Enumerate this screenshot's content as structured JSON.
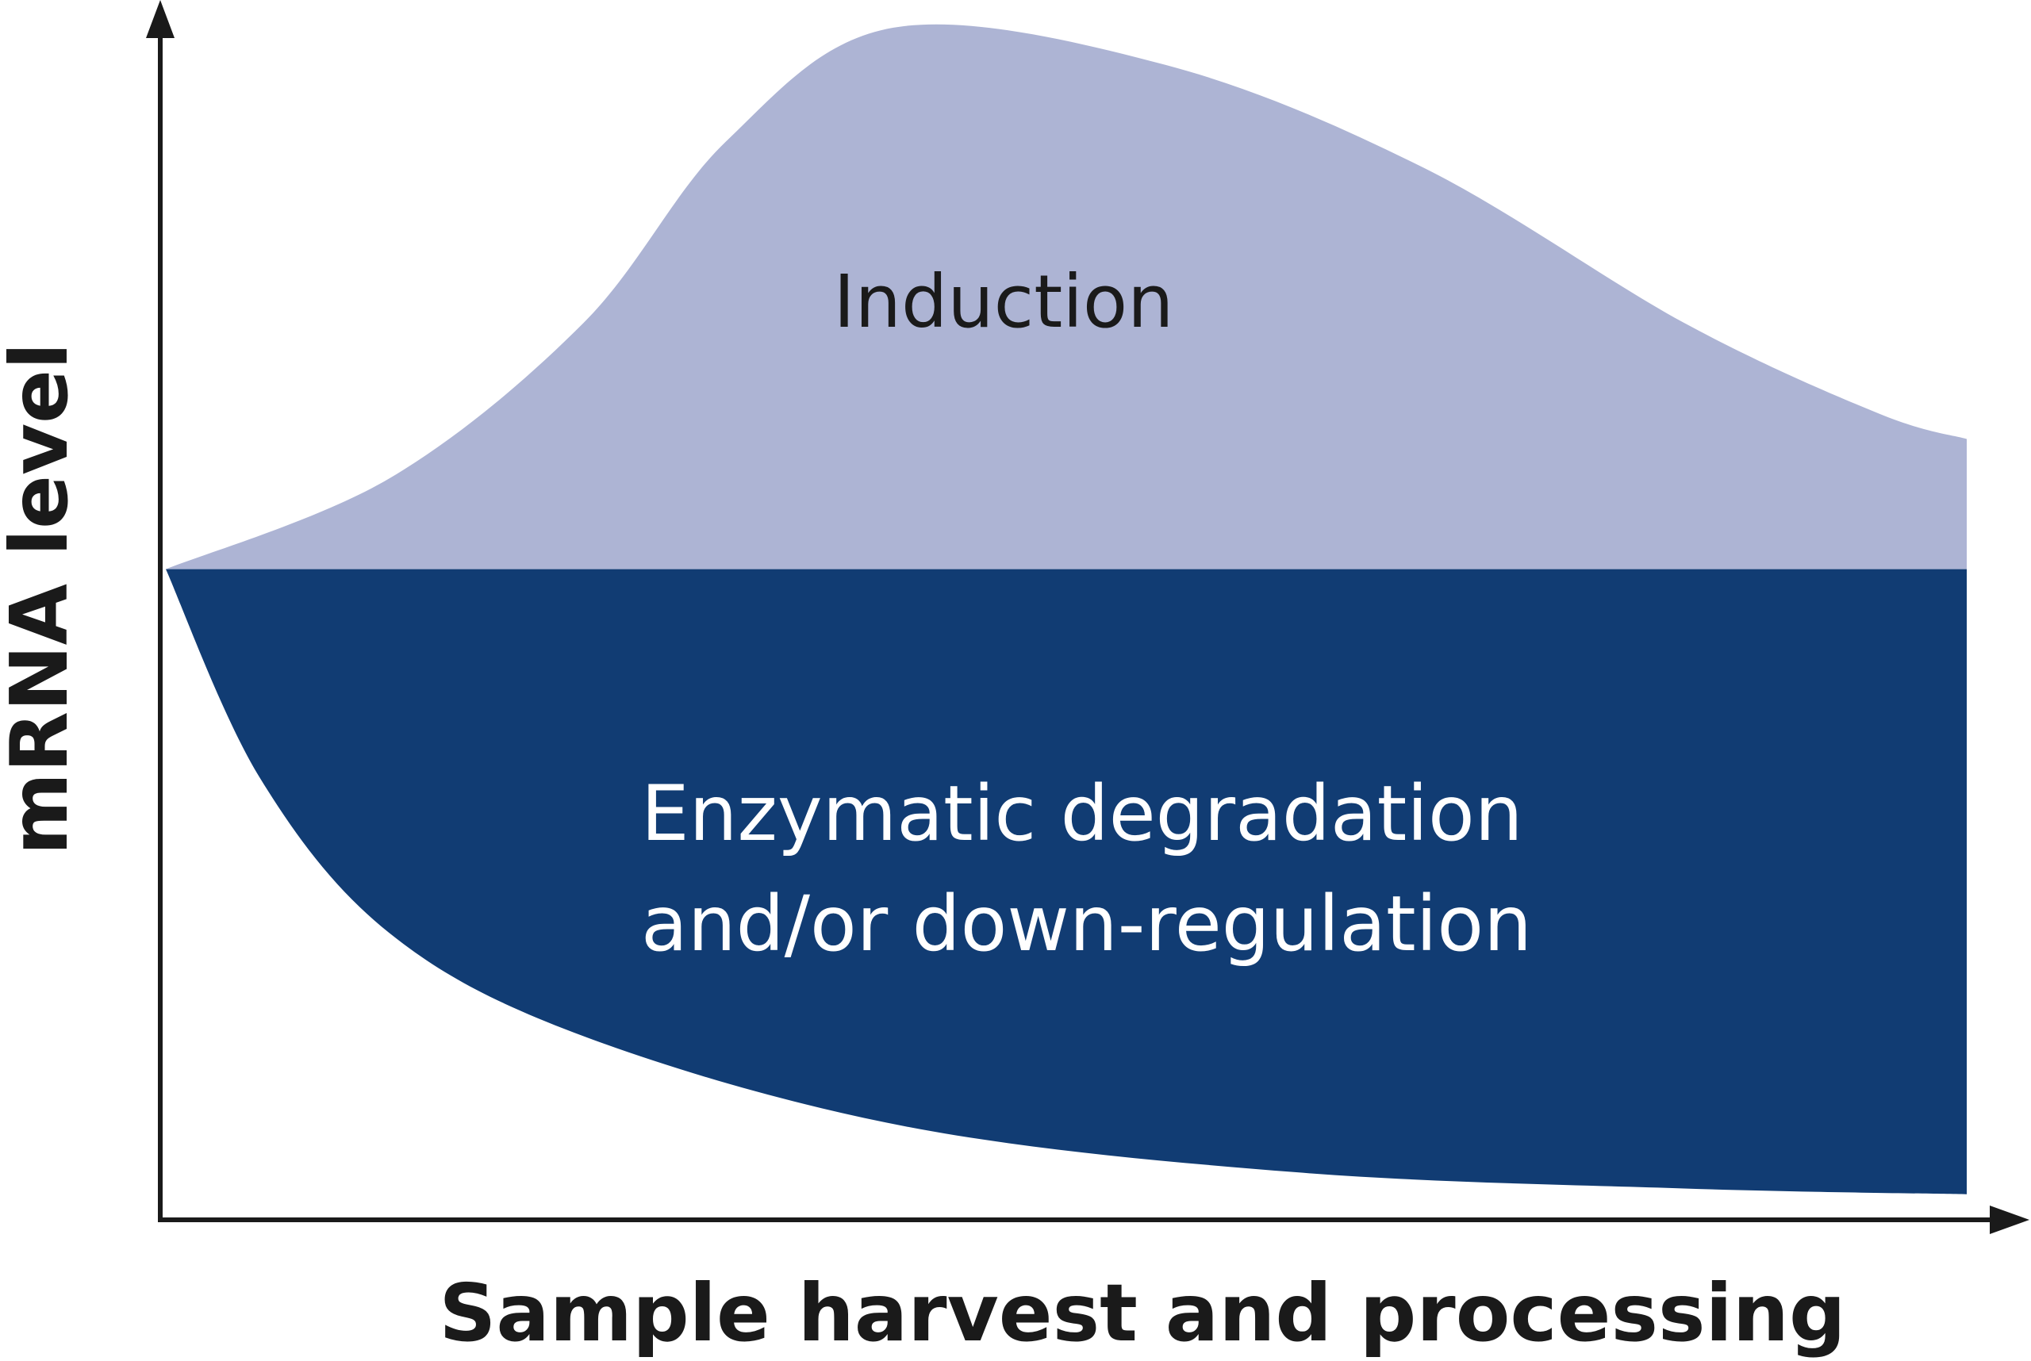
{
  "chart_data": {
    "type": "area",
    "title": "",
    "xlabel": "Sample harvest and processing",
    "ylabel": "mRNA level",
    "xlim": [
      0,
      100
    ],
    "ylim": [
      0,
      105
    ],
    "grid": false,
    "baseline": 56,
    "series": [
      {
        "name": "Induction",
        "color": "#adb4d4",
        "x": [
          0,
          12.4,
          23.2,
          31.1,
          40.4,
          55.5,
          69.9,
          84.3,
          95.1,
          100
        ],
        "y": [
          56,
          63.8,
          77.2,
          92.8,
          102.6,
          99.4,
          90.5,
          77.2,
          69.4,
          67.2
        ]
      },
      {
        "name": "Enzymatic degradation and/or down-regulation",
        "color": "#113c73",
        "x": [
          0,
          5.2,
          12.4,
          23.2,
          41.2,
          62.7,
          84.3,
          100
        ],
        "y": [
          56,
          38.1,
          24.7,
          15.8,
          8.0,
          4.1,
          2.7,
          2.2
        ]
      }
    ],
    "annotations": {
      "induction": "Induction",
      "degradation_line1": "Enzymatic degradation",
      "degradation_line2": "and/or down-regulation"
    }
  }
}
